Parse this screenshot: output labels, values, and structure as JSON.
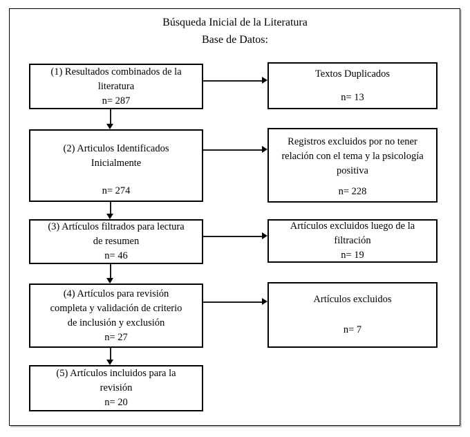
{
  "title": {
    "line1": "Búsqueda Inicial de la Literatura",
    "line2": "Base de Datos:"
  },
  "left_boxes": [
    {
      "text": "(1) Resultados combinados de la\nliteratura",
      "n": "n= 287"
    },
    {
      "text": "(2) Articulos Identificados\nInicialmente",
      "n": "n= 274"
    },
    {
      "text": "(3) Artículos filtrados para lectura\nde resumen",
      "n": "n= 46"
    },
    {
      "text": "(4) Artículos para revisión\ncompleta y validación de criterio\nde inclusión y exclusión",
      "n": "n= 27"
    },
    {
      "text": "(5) Artículos incluidos para la\nrevisión",
      "n": "n= 20"
    }
  ],
  "right_boxes": [
    {
      "text": "Textos Duplicados",
      "n": "n= 13"
    },
    {
      "text": "Registros excluidos por no tener\nrelación con el tema y la psicología\npositiva",
      "n": "n= 228"
    },
    {
      "text": "Artículos excluidos luego de la\nfiltración",
      "n": "n= 19"
    },
    {
      "text": "Artículos excluidos",
      "n": "n= 7"
    }
  ],
  "colors": {
    "line": "#000000",
    "background": "#ffffff"
  }
}
